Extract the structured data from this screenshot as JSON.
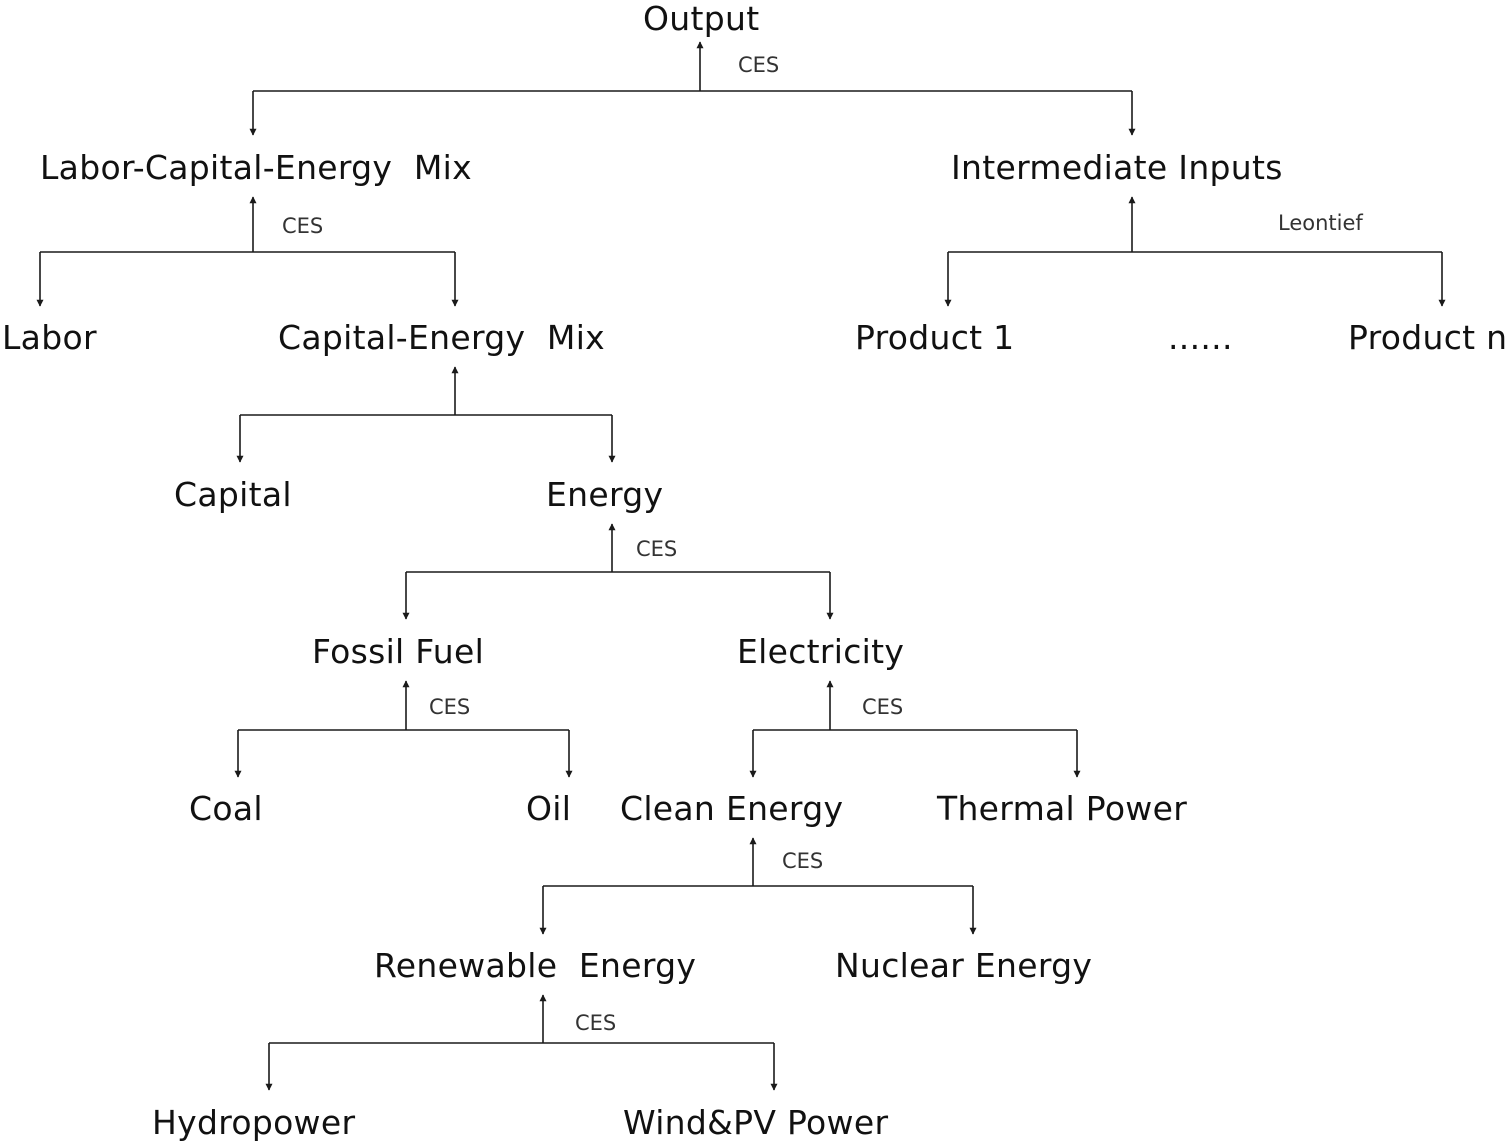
{
  "nodes": {
    "output": "Output",
    "lce_mix": "Labor-Capital-Energy  Mix",
    "intermediate": "Intermediate Inputs",
    "labor": "Labor",
    "ce_mix": "Capital-Energy  Mix",
    "product_1": "Product 1",
    "ellipsis": "......",
    "product_n": "Product n",
    "capital": "Capital",
    "energy": "Energy",
    "fossil": "Fossil Fuel",
    "electricity": "Electricity",
    "coal": "Coal",
    "oil": "Oil",
    "clean": "Clean Energy",
    "thermal": "Thermal Power",
    "renewable": "Renewable  Energy",
    "nuclear": "Nuclear Energy",
    "hydro": "Hydropower",
    "windpv": "Wind&PV Power"
  },
  "functions": {
    "output": "CES",
    "lce_mix": "CES",
    "intermediate": "Leontief",
    "energy": "CES",
    "fossil": "CES",
    "electricity": "CES",
    "clean": "CES",
    "renewable": "CES"
  },
  "colors": {
    "line": "#1a1a1a",
    "text": "#111111",
    "function_text": "#333333"
  }
}
